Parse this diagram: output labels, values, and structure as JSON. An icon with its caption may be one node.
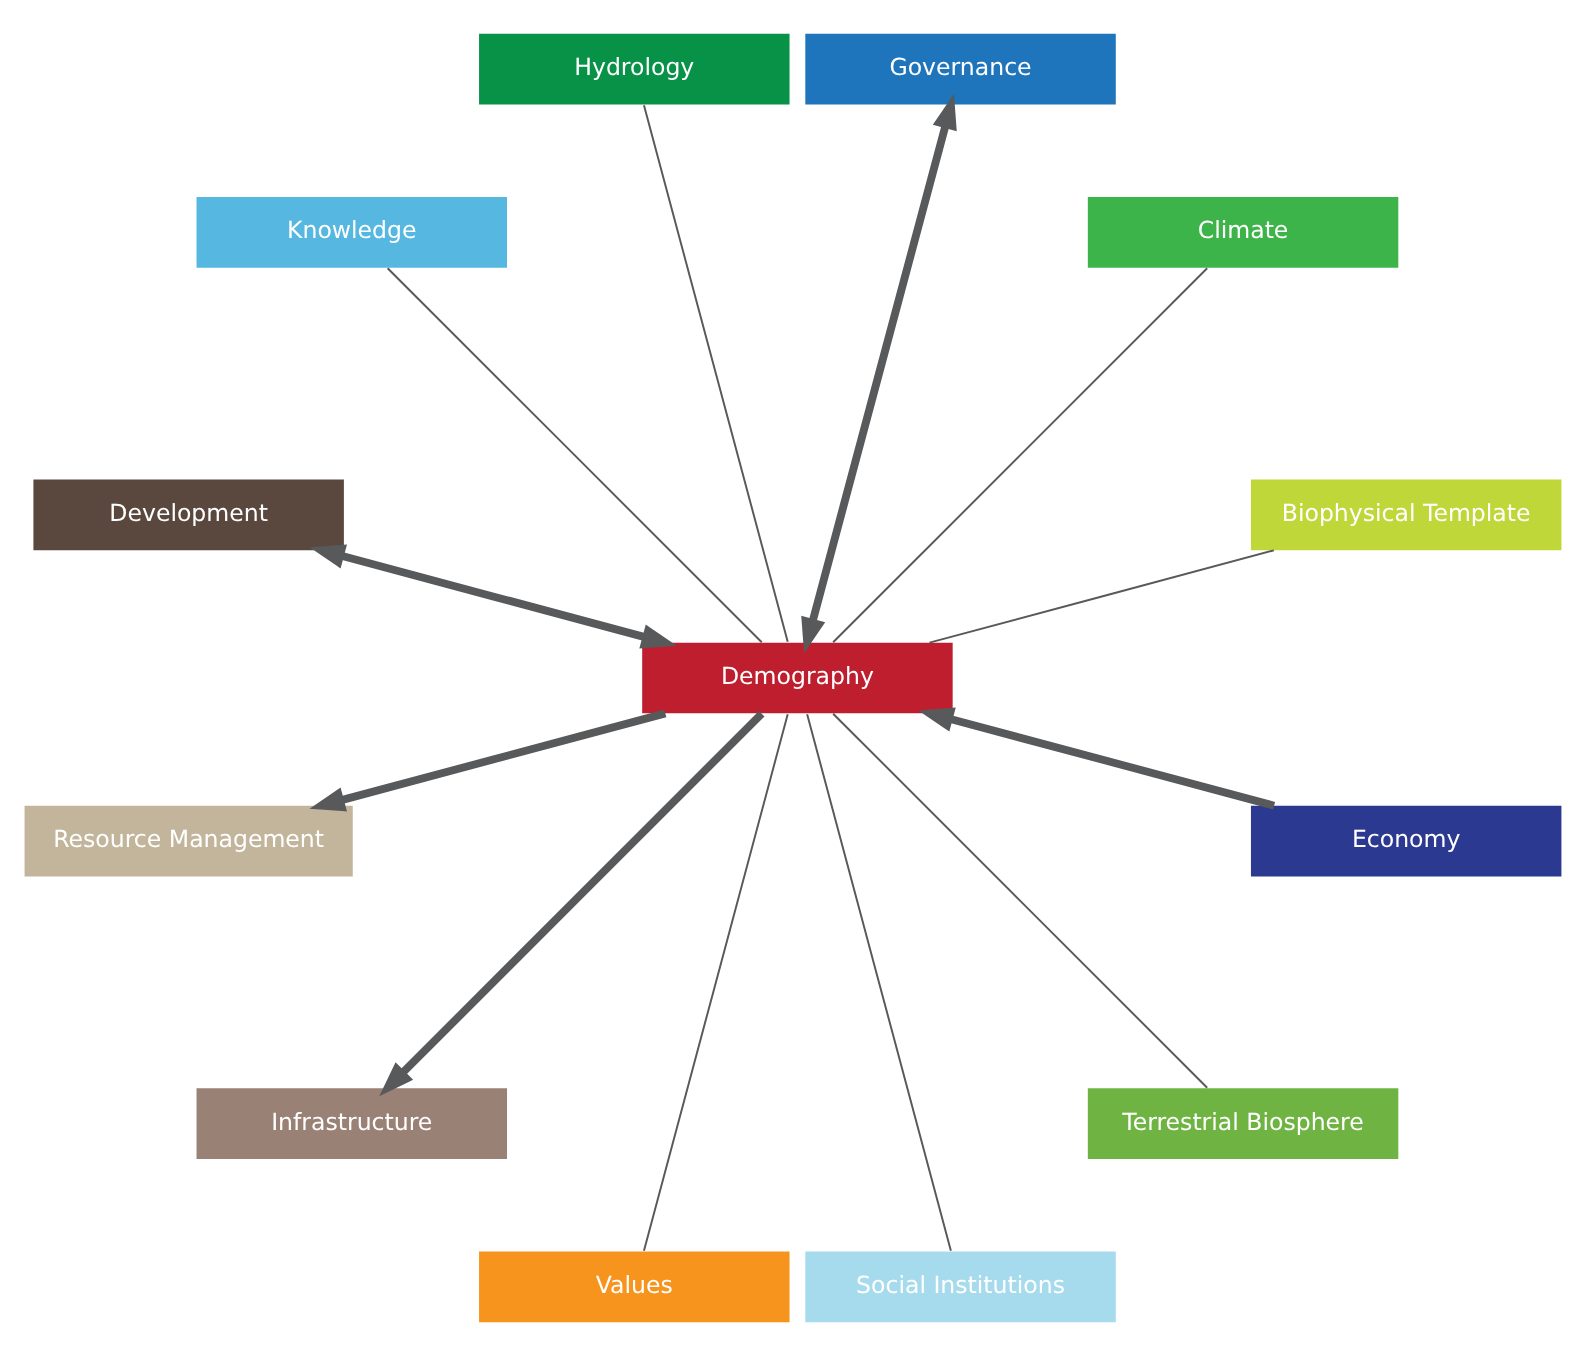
{
  "diagram": {
    "nodes": [
      {
        "text": [
          "Demography"
        ]
      },
      {
        "text": [
          "Biophysical Template"
        ]
      },
      {
        "text": [
          "Climate"
        ]
      },
      {
        "text": [
          "Governance"
        ]
      },
      {
        "text": [
          "Economy"
        ]
      },
      {
        "text": [
          "Hydrology"
        ]
      },
      {
        "text": [
          "Knowledge"
        ]
      },
      {
        "text": [
          "Development"
        ]
      },
      {
        "text": [
          "Resource Management"
        ]
      },
      {
        "text": [
          "Infrastructure"
        ]
      },
      {
        "text": [
          "Values"
        ]
      },
      {
        "text": [
          "Social Institutions"
        ]
      },
      {
        "text": [
          "Terrestrial Biosphere"
        ]
      }
    ],
    "edges": [
      {
        "from": 0,
        "to": 1,
        "arrow": "none"
      },
      {
        "from": 0,
        "to": 2,
        "arrow": "none"
      },
      {
        "from": 0,
        "to": 3,
        "arrow": "both",
        "style": "thick"
      },
      {
        "from": 4,
        "to": 0,
        "arrow": "to",
        "style": "thick"
      },
      {
        "from": 0,
        "to": 5,
        "arrow": "none"
      },
      {
        "from": 0,
        "to": 6,
        "arrow": "none"
      },
      {
        "from": 0,
        "to": 7,
        "arrow": "both",
        "style": "thick"
      },
      {
        "from": 0,
        "to": 8,
        "arrow": "to",
        "style": "thick"
      },
      {
        "from": 0,
        "to": 9,
        "arrow": "to",
        "style": "thick"
      },
      {
        "from": 0,
        "to": 10,
        "arrow": "none"
      },
      {
        "from": 0,
        "to": 11,
        "arrow": "none"
      },
      {
        "from": 0,
        "to": 12,
        "arrow": "none"
      }
    ]
  }
}
